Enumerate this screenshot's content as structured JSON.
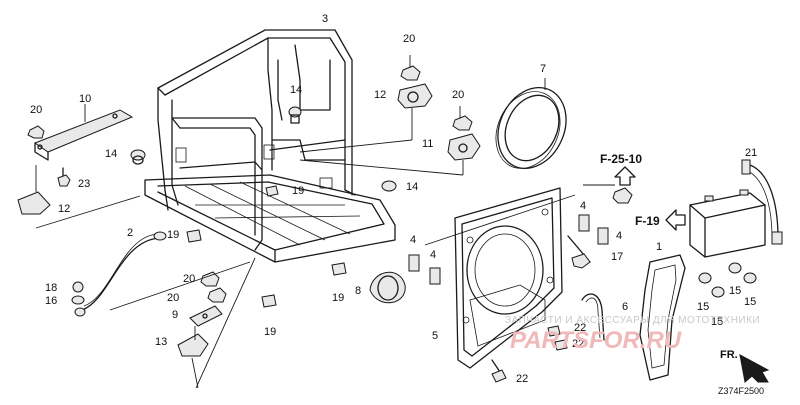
{
  "diagram": {
    "callouts": [
      "3",
      "20",
      "12",
      "20",
      "14",
      "7",
      "10",
      "20",
      "11",
      "14",
      "F-25-10",
      "21",
      "23",
      "12",
      "19",
      "14",
      "F-19",
      "4",
      "4",
      "4",
      "2",
      "19",
      "4",
      "17",
      "1",
      "20",
      "18",
      "16",
      "19",
      "8",
      "15",
      "15",
      "15",
      "15",
      "20",
      "9",
      "6",
      "13",
      "19",
      "5",
      "22",
      "22",
      "22"
    ],
    "reference_codes": [
      "F-25-10",
      "F-19"
    ],
    "catalog_code": "Z374F2500",
    "front_arrow_label": "FR.",
    "watermark_text": "ЗАПЧАСТИ И АКСЕССУАРЫ ДЛЯ МОТОТЕХНИКИ",
    "watermark_logo": "PARTSFOR.RU"
  }
}
